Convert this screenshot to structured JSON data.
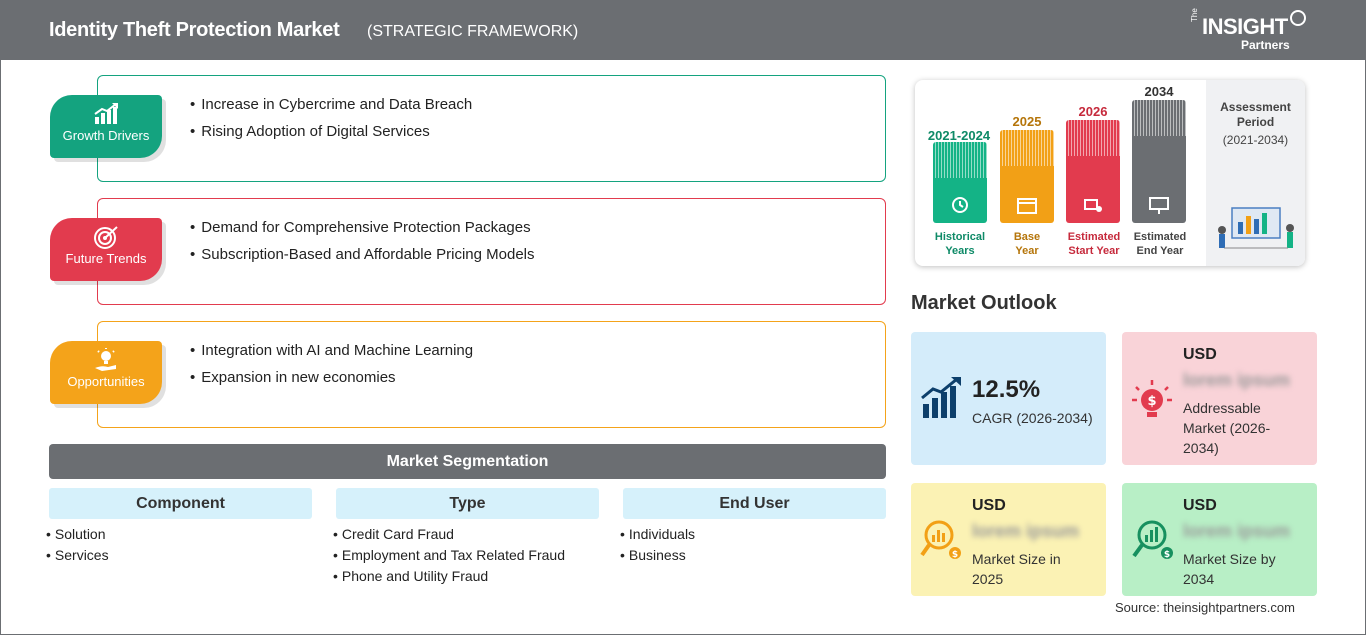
{
  "header": {
    "title": "Identity Theft Protection Market",
    "subtitle": "(STRATEGIC FRAMEWORK)",
    "logo_the": "The",
    "logo_insight": "INSIGHT",
    "logo_partners": "Partners"
  },
  "framework": [
    {
      "label": "Growth Drivers",
      "color": "#14a37f",
      "icon": "growth-chart-icon",
      "items": [
        "Increase in Cybercrime and Data Breach",
        "Rising Adoption of Digital Services"
      ]
    },
    {
      "label": "Future Trends",
      "color": "#e23b4e",
      "icon": "target-icon",
      "items": [
        "Demand for Comprehensive Protection Packages",
        "Subscription-Based and Affordable Pricing Models"
      ]
    },
    {
      "label": "Opportunities",
      "color": "#f4a31a",
      "icon": "lightbulb-hand-icon",
      "items": [
        "Integration with AI and Machine Learning",
        "Expansion in new economies"
      ]
    }
  ],
  "segmentation": {
    "title": "Market Segmentation",
    "columns": [
      {
        "header": "Component",
        "items": [
          "Solution",
          "Services"
        ]
      },
      {
        "header": "Type",
        "items": [
          "Credit Card Fraud",
          "Employment and Tax Related Fraud",
          "Phone and Utility Fraud"
        ]
      },
      {
        "header": "End User",
        "items": [
          "Individuals",
          "Business"
        ]
      }
    ]
  },
  "timeline": {
    "periods": [
      {
        "year": "2021-2024",
        "label1": "Historical",
        "label2": "Years",
        "color": "#14b386",
        "text_color": "#0e8a67"
      },
      {
        "year": "2025",
        "label1": "Base",
        "label2": "Year",
        "color": "#f2a016",
        "text_color": "#b5750a"
      },
      {
        "year": "2026",
        "label1": "Estimated",
        "label2": "Start Year",
        "color": "#e23b4e",
        "text_color": "#c62a3c"
      },
      {
        "year": "2034",
        "label1": "Estimated",
        "label2": "End Year",
        "color": "#6b6e72",
        "text_color": "#444444"
      }
    ],
    "assessment_label1": "Assessment",
    "assessment_label2": "Period",
    "assessment_range": "(2021-2034)"
  },
  "outlook": {
    "title": "Market Outlook",
    "cagr_value": "12.5%",
    "cagr_label": "CAGR (2026-2034)",
    "addressable": {
      "usd": "USD",
      "value": "lorem ipsum",
      "desc1": "Addressable",
      "desc2": "Market (2026-",
      "desc3": "2034)"
    },
    "size_2025": {
      "usd": "USD",
      "value": "lorem ipsum",
      "desc1": "Market Size in",
      "desc2": "2025"
    },
    "size_2034": {
      "usd": "USD",
      "value": "lorem ipsum",
      "desc1": "Market Size by",
      "desc2": "2034"
    }
  },
  "source": "Source: theinsightpartners.com"
}
